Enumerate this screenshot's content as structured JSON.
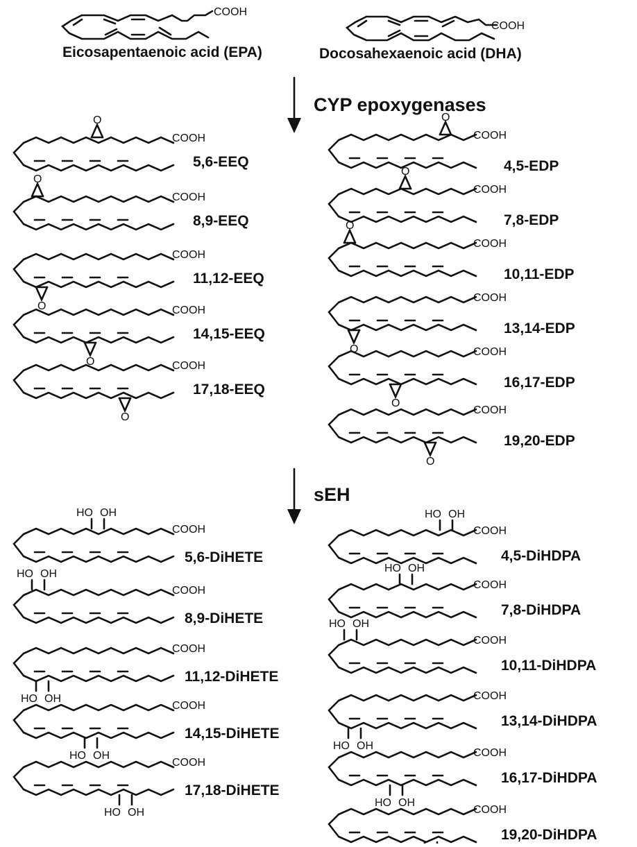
{
  "parents": [
    {
      "label": "Eicosapentaenoic acid (EPA)",
      "terminal": "COOH"
    },
    {
      "label": "Docosahexaenoic acid (DHA)",
      "terminal": "COOH"
    }
  ],
  "steps": [
    {
      "enzyme": "CYP epoxygenases"
    },
    {
      "enzyme": "sEH"
    }
  ],
  "groups": {
    "acid": "COOH",
    "epoxide_oxygen": "O",
    "hydroxyl": "HO",
    "hydroxyl_alt": "OH"
  },
  "epoxides": {
    "epa": [
      "5,6-EEQ",
      "8,9-EEQ",
      "11,12-EEQ",
      "14,15-EEQ",
      "17,18-EEQ"
    ],
    "dha": [
      "4,5-EDP",
      "7,8-EDP",
      "10,11-EDP",
      "13,14-EDP",
      "16,17-EDP",
      "19,20-EDP"
    ]
  },
  "diols": {
    "epa": [
      "5,6-DiHETE",
      "8,9-DiHETE",
      "11,12-DiHETE",
      "14,15-DiHETE",
      "17,18-DiHETE"
    ],
    "dha": [
      "4,5-DiHDPA",
      "7,8-DiHDPA",
      "10,11-DiHDPA",
      "13,14-DiHDPA",
      "16,17-DiHDPA",
      "19,20-DiHDPA"
    ]
  }
}
